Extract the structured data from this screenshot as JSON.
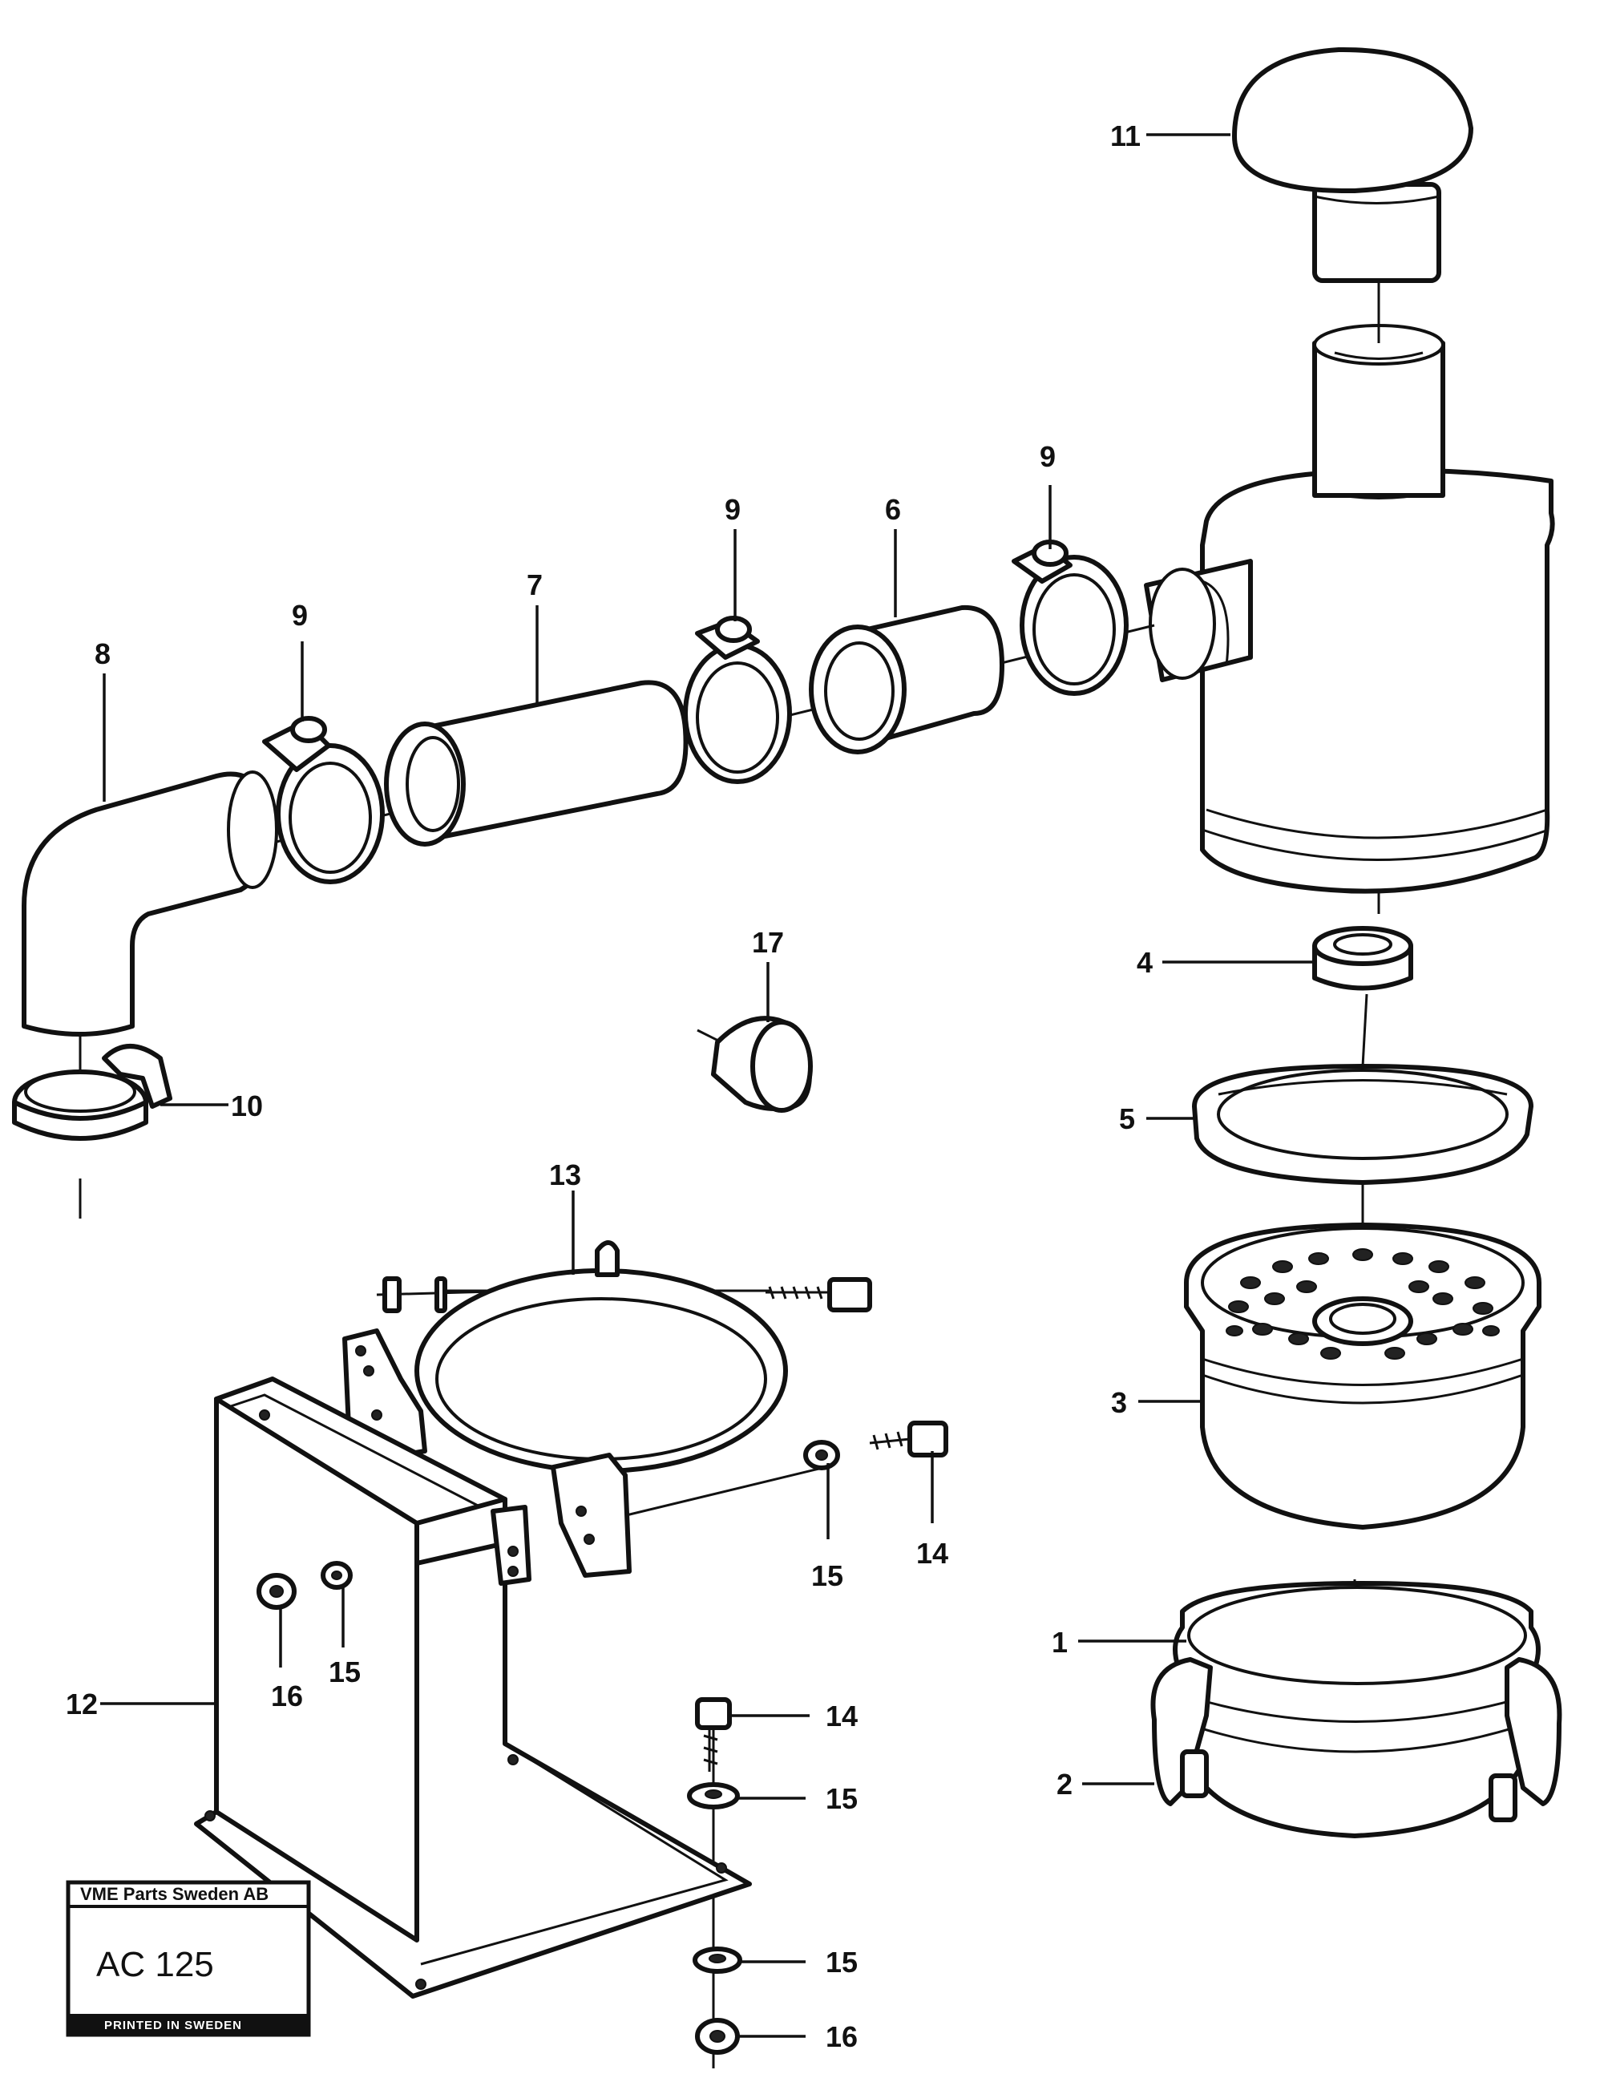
{
  "callouts": {
    "c1": "1",
    "c2": "2",
    "c3": "3",
    "c4": "4",
    "c5": "5",
    "c6": "6",
    "c7": "7",
    "c8": "8",
    "c9a": "9",
    "c9b": "9",
    "c9c": "9",
    "c10": "10",
    "c11": "11",
    "c12": "12",
    "c13": "13",
    "c14a": "14",
    "c14b": "14",
    "c15a": "15",
    "c15b": "15",
    "c15c": "15",
    "c15d": "15",
    "c16a": "16",
    "c16b": "16",
    "c17": "17"
  },
  "stamp": {
    "company": "VME Parts Sweden AB",
    "code": "AC 125",
    "footer": "PRINTED IN SWEDEN"
  }
}
